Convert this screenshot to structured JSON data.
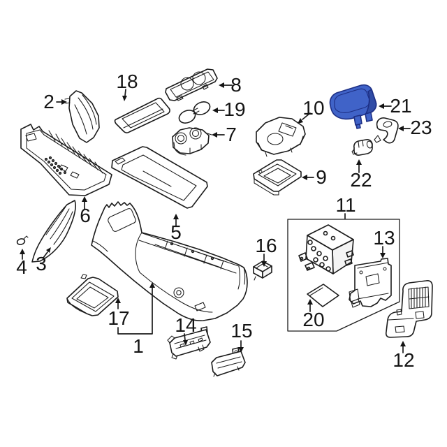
{
  "diagram": {
    "kind": "exploded-parts-diagram",
    "background_color": "#ffffff",
    "line_color": "#1b1b1b",
    "highlight": {
      "callout": "21",
      "fill_color": "#4063c8",
      "stroke_color": "#1d2f85"
    },
    "callouts": {
      "c1": {
        "num": "1"
      },
      "c2": {
        "num": "2"
      },
      "c3": {
        "num": "3"
      },
      "c4": {
        "num": "4"
      },
      "c5": {
        "num": "5"
      },
      "c6": {
        "num": "6"
      },
      "c7": {
        "num": "7"
      },
      "c8": {
        "num": "8"
      },
      "c9": {
        "num": "9"
      },
      "c10": {
        "num": "10"
      },
      "c11": {
        "num": "11"
      },
      "c12": {
        "num": "12"
      },
      "c13": {
        "num": "13"
      },
      "c14": {
        "num": "14"
      },
      "c15": {
        "num": "15"
      },
      "c16": {
        "num": "16"
      },
      "c17": {
        "num": "17"
      },
      "c18": {
        "num": "18"
      },
      "c19": {
        "num": "19"
      },
      "c20": {
        "num": "20"
      },
      "c21": {
        "num": "21"
      },
      "c22": {
        "num": "22"
      },
      "c23": {
        "num": "23"
      }
    }
  }
}
